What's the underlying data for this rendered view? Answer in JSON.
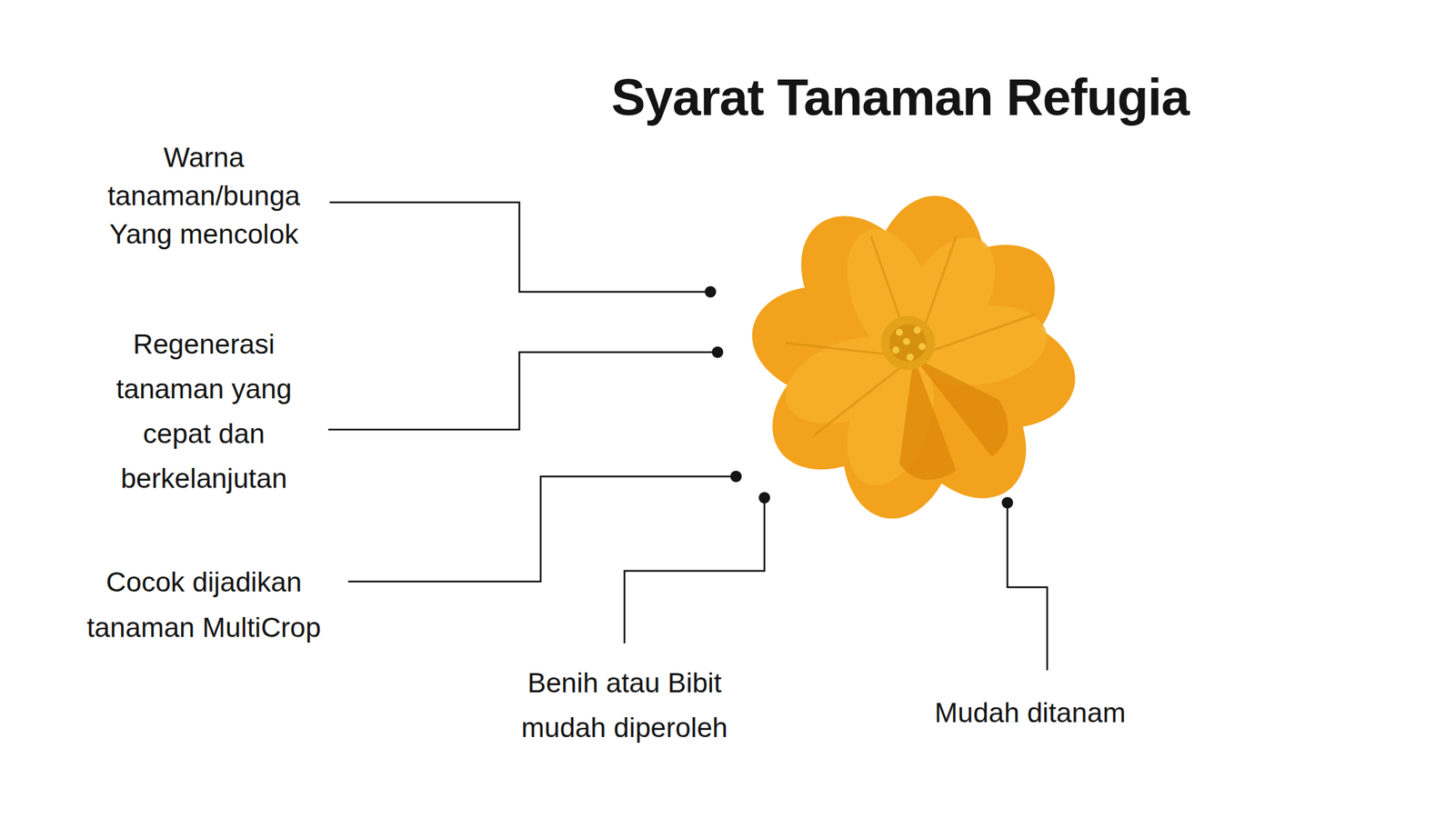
{
  "diagram": {
    "title": "Syarat Tanaman Refugia",
    "labels": [
      "Warna tanaman/bunga Yang mencolok",
      "Regenerasi tanaman yang cepat dan berkelanjutan",
      "Cocok dijadikan tanaman MultiCrop",
      "Benih atau Bibit mudah diperoleh",
      "Mudah ditanam"
    ]
  }
}
